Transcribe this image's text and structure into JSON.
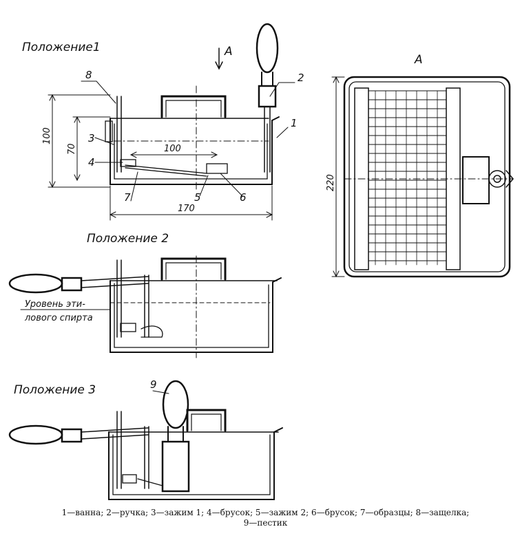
{
  "positions": {
    "pos1": "Положение1",
    "pos2": "Положение 2",
    "pos3": "Положение 3"
  },
  "view": {
    "arrow_label": "А",
    "side_label": "А"
  },
  "labels": {
    "n1": "1",
    "n2": "2",
    "n3": "3",
    "n4": "4",
    "n5": "5",
    "n6": "6",
    "n7": "7",
    "n8": "8",
    "n9": "9"
  },
  "dimensions": {
    "d100_height": "100",
    "d70": "70",
    "d100_inner": "100",
    "d170": "170",
    "d220": "220"
  },
  "level_text": {
    "line1": "Уровень эти-",
    "line2": "лового спирта"
  },
  "caption": {
    "line1": "1—ванна; 2—ручка; 3—зажим 1; 4—брусок; 5—зажим 2; 6—брусок; 7—образцы; 8—защелка;",
    "line2": "9—пестик"
  }
}
